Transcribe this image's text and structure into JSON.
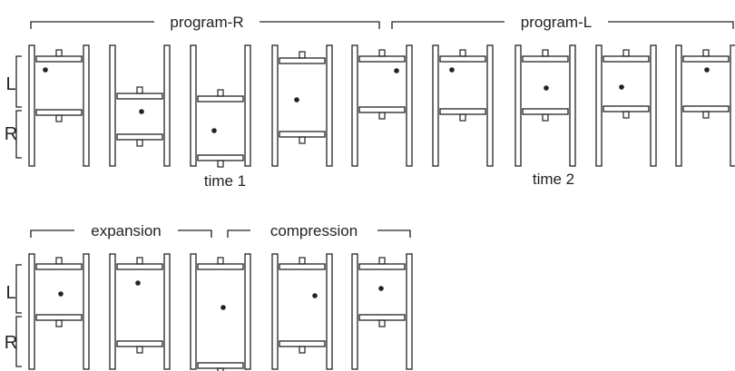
{
  "groups": {
    "program_r": "program-R",
    "program_l": "program-L",
    "expansion": "expansion",
    "compression": "compression"
  },
  "side_labels": {
    "left": "L",
    "right": "R"
  },
  "times": {
    "time1": "time 1",
    "time2": "time 2"
  },
  "colors": {
    "ink": "#222222",
    "background": "#ffffff"
  }
}
